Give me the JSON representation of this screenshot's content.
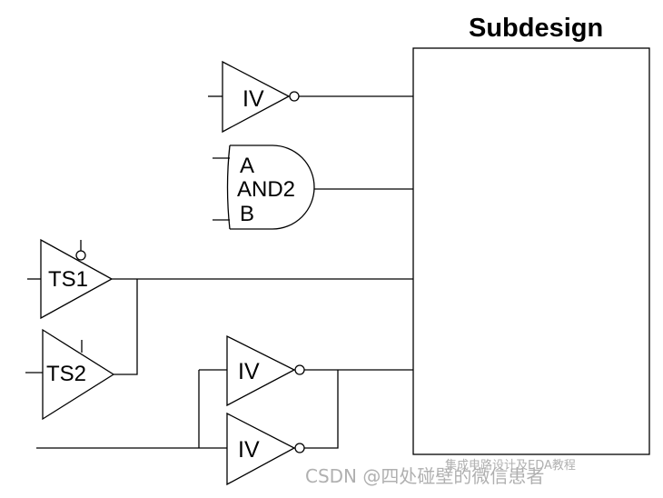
{
  "subdesign": {
    "title": "Subdesign"
  },
  "gates": {
    "iv_top": {
      "label": "IV"
    },
    "and2": {
      "label": "AND2",
      "input_a": "A",
      "input_b": "B"
    },
    "ts1": {
      "label": "TS1"
    },
    "ts2": {
      "label": "TS2"
    },
    "iv_mid": {
      "label": "IV"
    },
    "iv_bottom": {
      "label": "IV"
    }
  },
  "watermark": {
    "sub": "集成电路设计及EDA教程",
    "main": "CSDN @四处碰壁的微信患者"
  }
}
